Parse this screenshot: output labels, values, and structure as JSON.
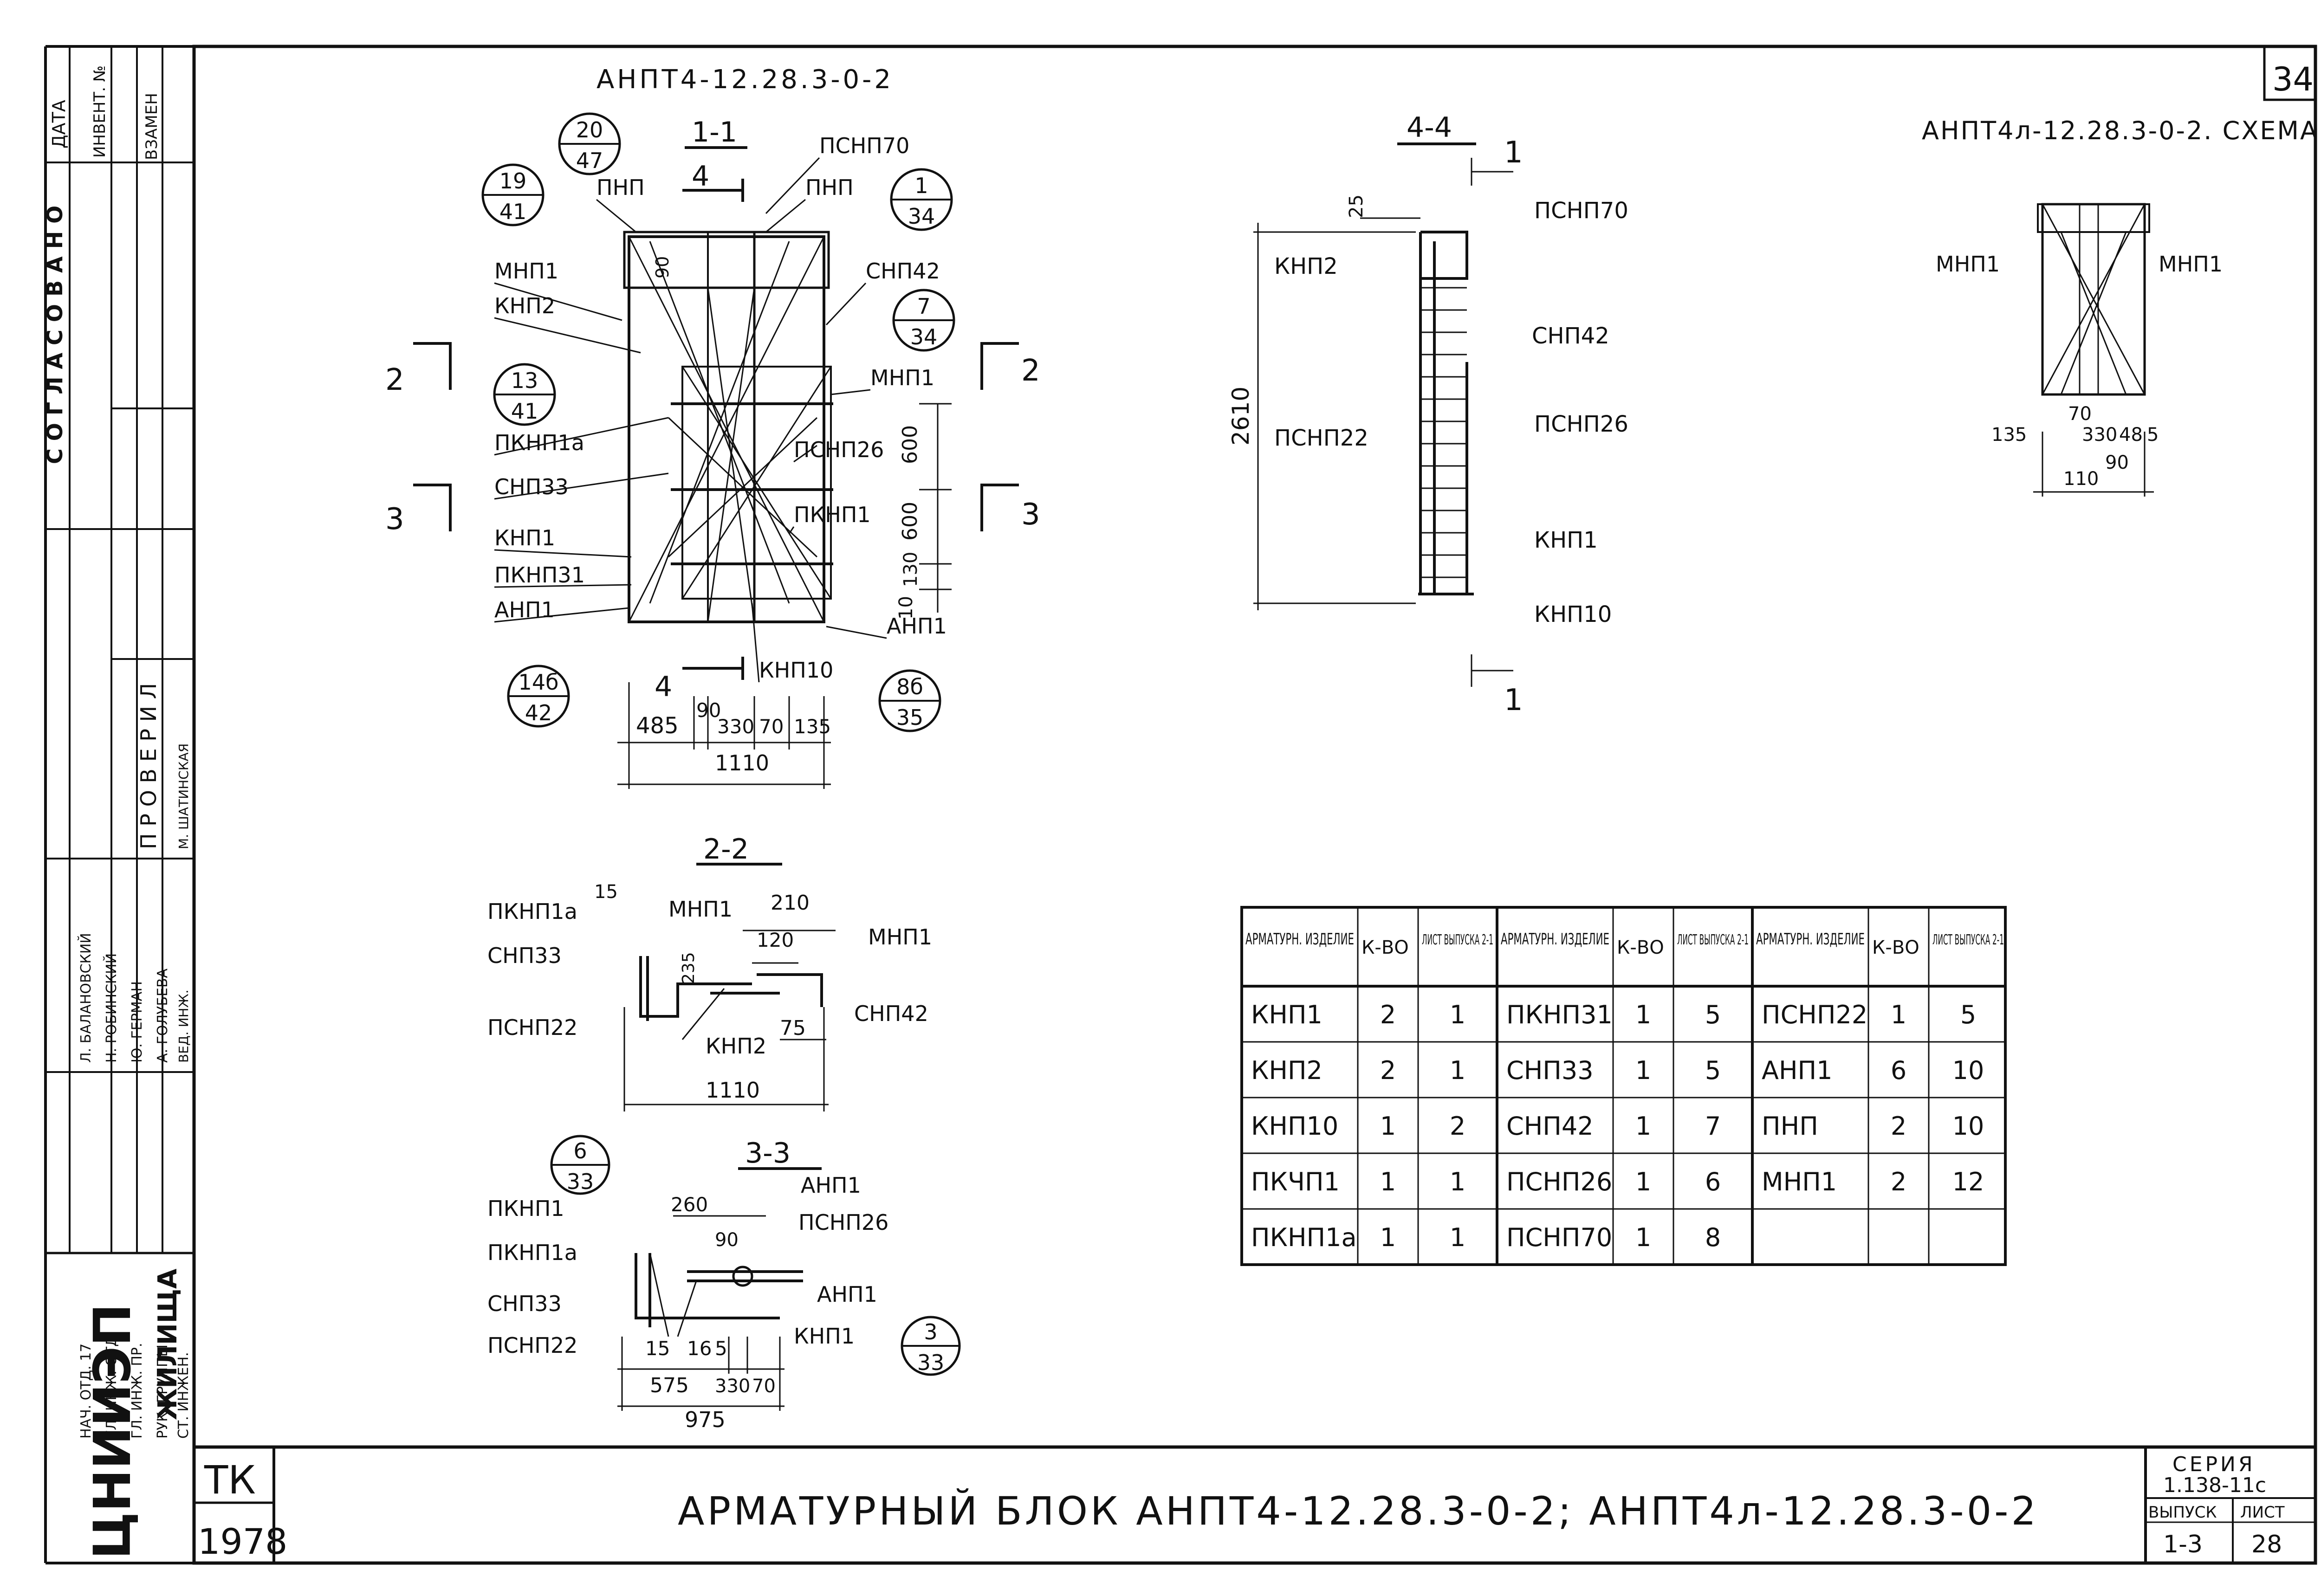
{
  "sheet": {
    "page_number": "34",
    "title": "АРМАТУРНЫЙ БЛОК АНПТ4-12.28.3-0-2; АНПТ4л-12.28.3-0-2",
    "series_label": "СЕРИЯ",
    "series_value": "1.138-11с",
    "issue_label": "ВЫПУСК",
    "issue_value": "1-3",
    "sheet_label": "ЛИСТ",
    "sheet_value": "28",
    "org_code": "ТК",
    "year": "1978",
    "org_name": "ЦНИИЭП",
    "org_subtitle": "ЖИЛИЩА"
  },
  "stamp": {
    "agreed": "С О Г Л А С О В А Н О",
    "date": "ДАТА",
    "inv_no": "ИНВЕНТ. №",
    "replace": "ВЗАМЕН",
    "checked": "П Р О В Е Р И Л",
    "roles": [
      "НАЧ. ОТД. 17",
      "ГЛ. ИНЖ. ОТД.",
      "ГЛ. ИНЖ. ПР.",
      "РУК. ГРУППЫ",
      "СТ. ИНЖЕН."
    ],
    "names": [
      "Л. БАЛАНОВСКИЙ",
      "Н. РОБИНСКИЙ",
      "Ю. ГЕРМАН",
      "А. ГОЛУБЕВА"
    ],
    "lead_role": "ВЕД. ИНЖ.",
    "lead_name": "М. ШАТИНСКАЯ"
  },
  "section11": {
    "header": "АНПТ4-12.28.3-0-2",
    "name": "1-1",
    "cut_a": "2",
    "cut_b": "3",
    "cut_c": "4",
    "labels_left": [
      "ПНП",
      "МНП1",
      "КНП2",
      "ПКНП1а",
      "СНП33",
      "КНП1",
      "ПКНП31",
      "АНП1"
    ],
    "labels_right": [
      "ПСНП70",
      "ПНП",
      "СНП42",
      "МНП1",
      "ПСНП26",
      "ПКНП1",
      "АНП1",
      "КНП10"
    ],
    "bubbles": [
      [
        "20",
        "47"
      ],
      [
        "19",
        "41"
      ],
      [
        "1",
        "34"
      ],
      [
        "7",
        "34"
      ],
      [
        "13",
        "41"
      ],
      [
        "14б",
        "42"
      ],
      [
        "8б",
        "35"
      ]
    ],
    "dims_bottom": [
      "485",
      "90",
      "330",
      "70",
      "135"
    ],
    "dim_total": "1110",
    "dims_right": [
      "600",
      "600",
      "130",
      "10"
    ],
    "dim_top": "90"
  },
  "section22": {
    "name": "2-2",
    "labels": [
      "ПКНП1а",
      "СНП33",
      "ПСНП22",
      "МНП1",
      "МНП1",
      "СНП42",
      "КНП2"
    ],
    "dims": [
      "15",
      "210",
      "120",
      "235",
      "75",
      "1110"
    ]
  },
  "section33": {
    "name": "3-3",
    "bubble_top": [
      "6",
      "33"
    ],
    "bubble_right": [
      "3",
      "33"
    ],
    "labels": [
      "ПКНП1",
      "ПКНП1а",
      "СНП33",
      "ПСНП22",
      "АНП1",
      "ПСНП26",
      "АНП1",
      "КНП1"
    ],
    "dims_top": [
      "260",
      "90"
    ],
    "dims_bottom": [
      "15",
      "16",
      "5",
      "575",
      "330",
      "70",
      "975"
    ]
  },
  "section44": {
    "name": "4-4",
    "cut": "1",
    "labels": [
      "ПСНП70",
      "КНП2",
      "СНП42",
      "ПСНП22",
      "ПСНП26",
      "КНП1",
      "КНП10"
    ],
    "dim_top": "25",
    "dim_height": "2610"
  },
  "schema": {
    "title": "АНПТ4л-12.28.3-0-2. СХЕМА",
    "label_left": "МНП1",
    "label_right": "МНП1",
    "dims_top": [
      "70"
    ],
    "dims": [
      "135",
      "330",
      "48",
      "5",
      "90",
      "110"
    ]
  },
  "spec_table": {
    "headers": [
      "АРМАТУРН. ИЗДЕЛИЕ",
      "К-ВО",
      "ЛИСТ ВЫПУСКА 2-1"
    ],
    "groups": [
      [
        [
          "КНП1",
          "2",
          "1"
        ],
        [
          "КНП2",
          "2",
          "1"
        ],
        [
          "КНП10",
          "1",
          "2"
        ],
        [
          "ПКЧП1",
          "1",
          "1"
        ],
        [
          "ПКНП1а",
          "1",
          "1"
        ]
      ],
      [
        [
          "ПКНП31",
          "1",
          "5"
        ],
        [
          "СНП33",
          "1",
          "5"
        ],
        [
          "СНП42",
          "1",
          "7"
        ],
        [
          "ПСНП26",
          "1",
          "6"
        ],
        [
          "ПСНП70",
          "1",
          "8"
        ]
      ],
      [
        [
          "ПСНП22",
          "1",
          "5"
        ],
        [
          "АНП1",
          "6",
          "10"
        ],
        [
          "ПНП",
          "2",
          "10"
        ],
        [
          "МНП1",
          "2",
          "12"
        ],
        [
          "",
          "",
          ""
        ]
      ]
    ]
  }
}
